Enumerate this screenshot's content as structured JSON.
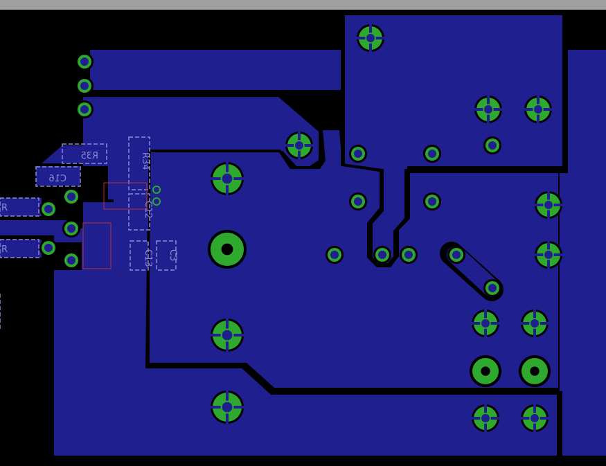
{
  "app": {
    "view": "pcb-layout-bottom-layer"
  },
  "colors": {
    "background": "#000000",
    "copper": "#1f1f8f",
    "pad_ring": "#2ea82e",
    "pad_hole": "#1f1f8f",
    "smd_outline": "#8a8ad6",
    "keepout": "#c03030",
    "toolbar": "#a0a0a0"
  },
  "labels": {
    "r35": "R35",
    "c16": "C16",
    "r34": "R34",
    "c12": "C12",
    "c13": "C13",
    "c3": "C3",
    "edge_r_top": "R",
    "edge_r_bottom": "R"
  },
  "icons": {
    "via": "via-icon",
    "pad": "pad-icon"
  }
}
